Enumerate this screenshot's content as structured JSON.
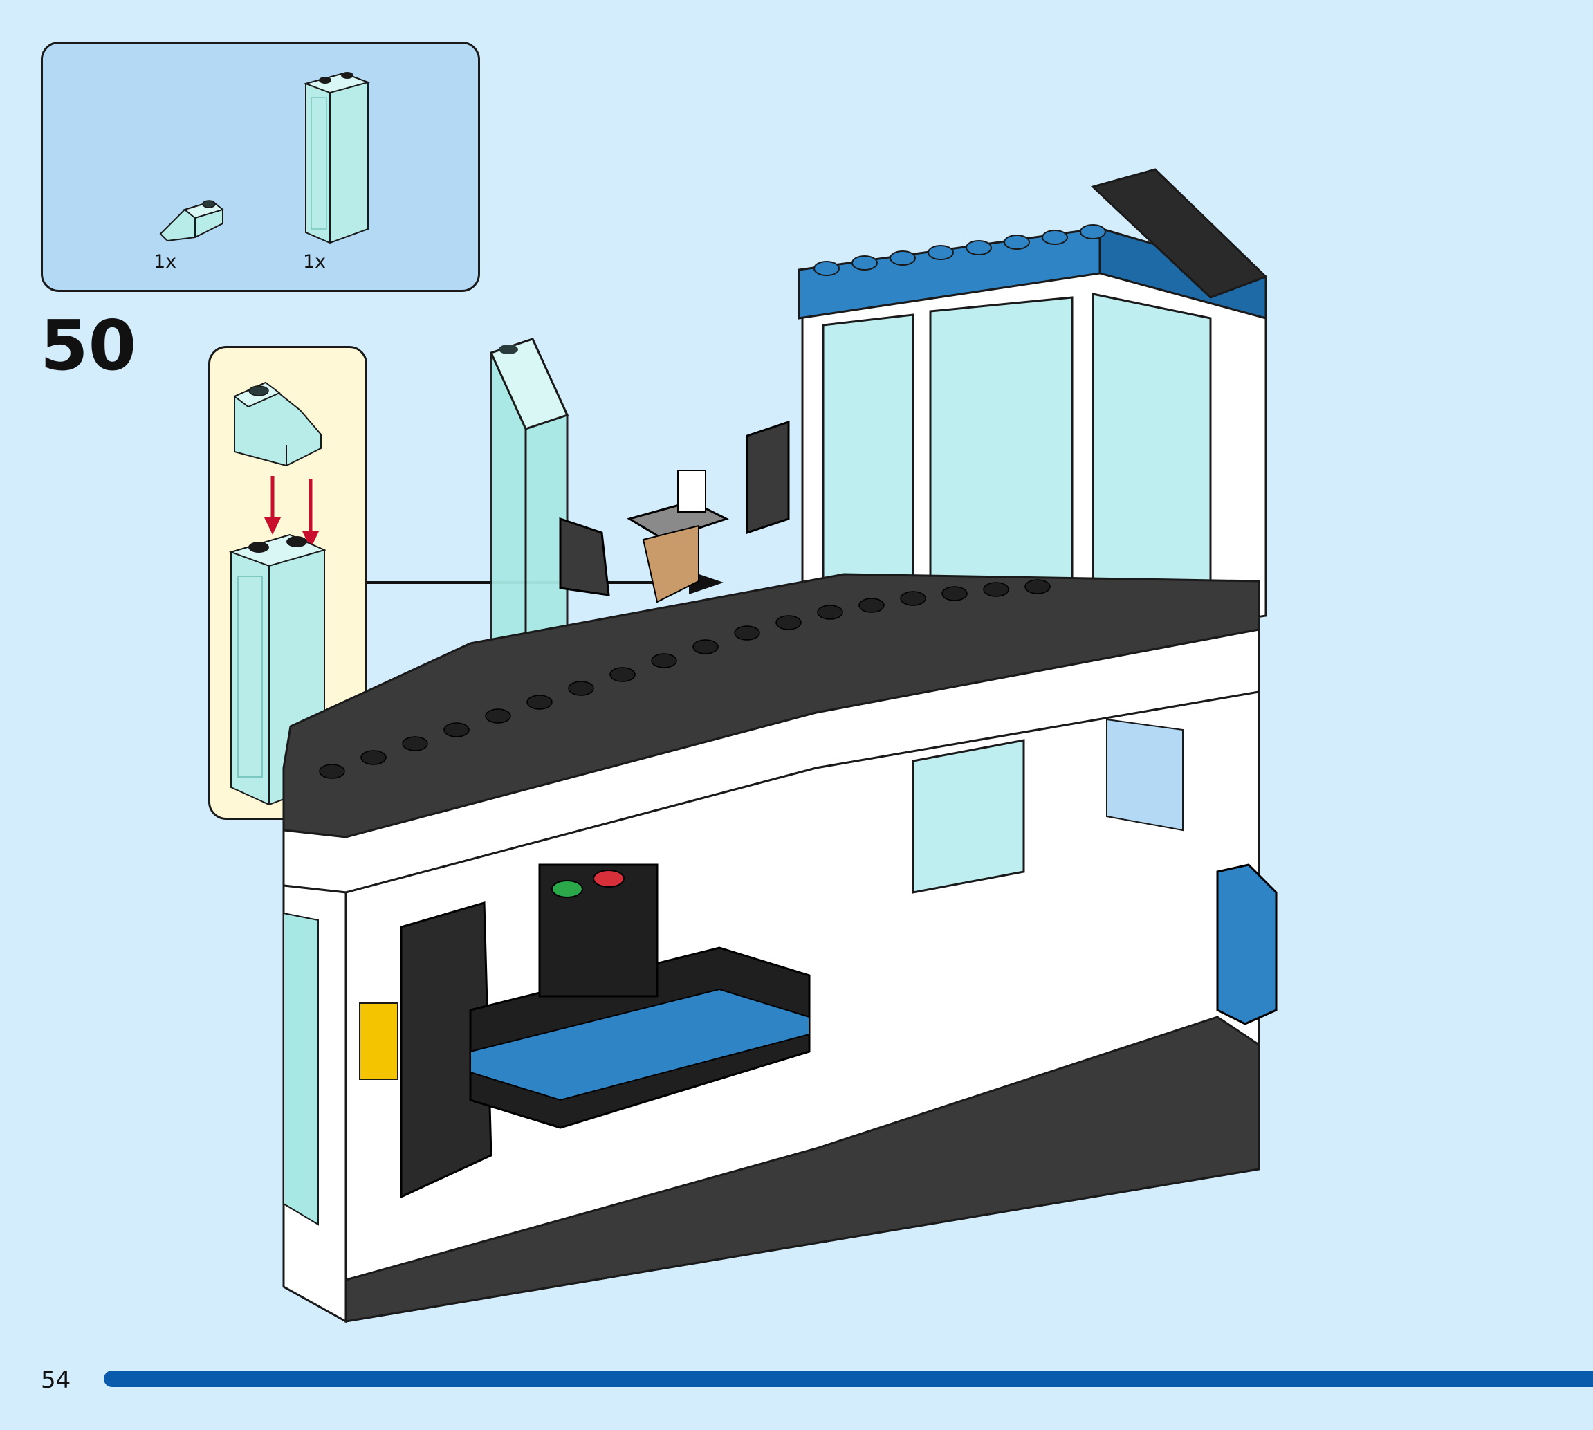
{
  "parts_list": {
    "items": [
      {
        "quantity": "1x",
        "part": "trans-light-blue-slope-brick-icon"
      },
      {
        "quantity": "1x",
        "part": "trans-light-blue-tall-brick-icon"
      }
    ]
  },
  "step": {
    "number": "50"
  },
  "footer": {
    "page_number": "54"
  },
  "colors": {
    "background": "#d3edfd",
    "parts_box": "#b3d9f5",
    "sub_step_box": "#fff8d6",
    "progress_bar": "#0a5bab",
    "trans_clear_blue": "#a8e8e4",
    "arrow_red": "#c8102e"
  }
}
